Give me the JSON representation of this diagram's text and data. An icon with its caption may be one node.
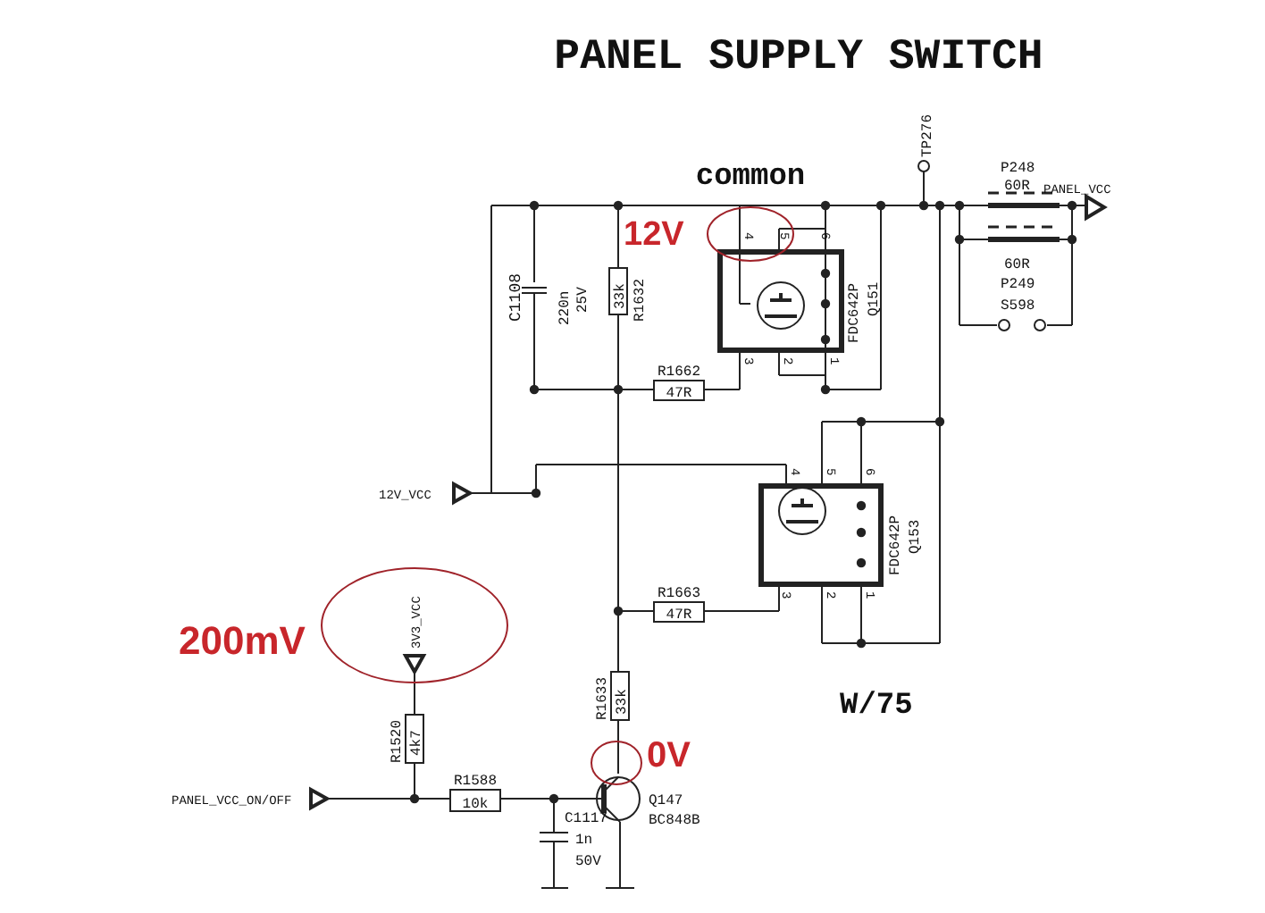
{
  "diagram": {
    "title": "PANEL SUPPLY SWITCH",
    "labels": [
      "common",
      "TP276",
      "P248",
      "60R",
      "PANEL_VCC",
      "12V",
      "4",
      "5",
      "6",
      "C1108",
      "220n",
      "25V",
      "33k",
      "R1632",
      "FDC642P",
      "Q151",
      "60R",
      "P249",
      "S598",
      "3",
      "2",
      "1",
      "R1662",
      "47R",
      "12V_VCC",
      "4",
      "5",
      "6",
      "FDC642P",
      "Q153",
      "R1663",
      "47R",
      "3",
      "2",
      "1",
      "200mV",
      "3V3_VCC",
      "W/75",
      "R1633",
      "33k",
      "0V",
      "R1520",
      "4k7",
      "R1588",
      "PANEL_VCC_ON/OFF",
      "10k",
      "Q147",
      "C1117",
      "BC848B",
      "1n",
      "50V"
    ]
  }
}
